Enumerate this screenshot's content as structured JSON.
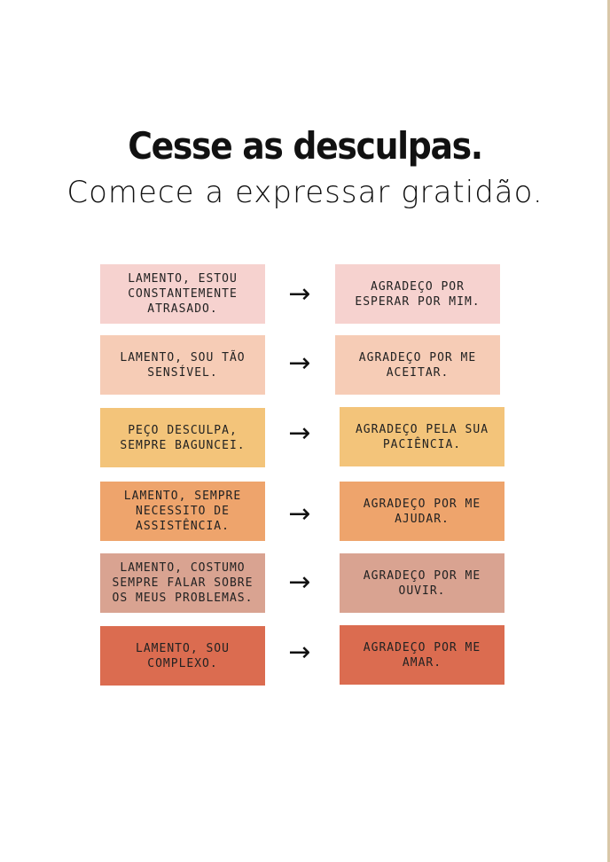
{
  "header": {
    "title": "Cesse as desculpas.",
    "subtitle": "Comece a expressar gratidão."
  },
  "arrow_glyph": "→",
  "rows": [
    {
      "left": "LAMENTO, ESTOU CONSTANTEMENTE ATRASADO.",
      "right": "AGRADEÇO POR ESPERAR POR MIM.",
      "color": "#f6d2cf"
    },
    {
      "left": "LAMENTO, SOU TÃO SENSÍVEL.",
      "right": "AGRADEÇO POR ME ACEITAR.",
      "color": "#f6ccb6"
    },
    {
      "left": "PEÇO DESCULPA, SEMPRE BAGUNCEI.",
      "right": "AGRADEÇO PELA SUA PACIÊNCIA.",
      "color": "#f3c47a"
    },
    {
      "left": "LAMENTO, SEMPRE NECESSITO DE ASSISTÊNCIA.",
      "right": "AGRADEÇO POR ME AJUDAR.",
      "color": "#eea46c"
    },
    {
      "left": "LAMENTO, COSTUMO SEMPRE FALAR SOBRE OS MEUS PROBLEMAS.",
      "right": "AGRADEÇO POR ME OUVIR.",
      "color": "#d9a391"
    },
    {
      "left": "LAMENTO, SOU COMPLEXO.",
      "right": "AGRADEÇO POR ME AMAR.",
      "color": "#db6c50"
    }
  ]
}
